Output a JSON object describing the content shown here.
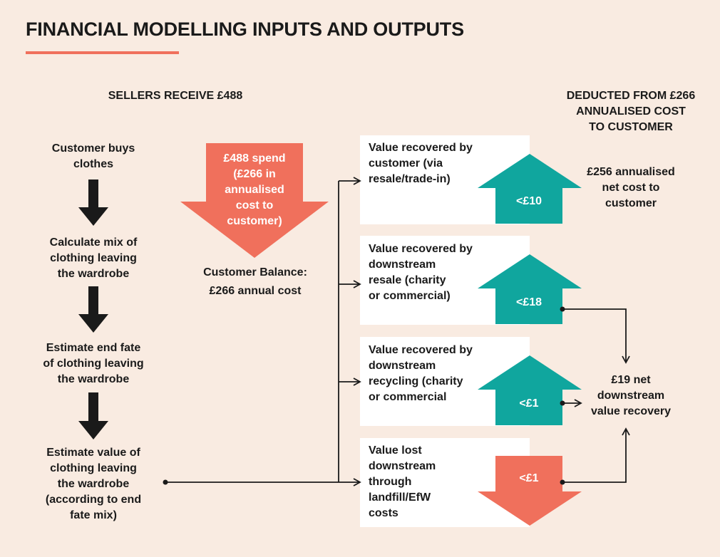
{
  "title": "FINANCIAL MODELLING INPUTS AND OUTPUTS",
  "headers": {
    "sellers": "SELLERS RECEIVE £488",
    "deducted": [
      "DEDUCTED FROM £266",
      "ANNUALISED COST",
      "TO CUSTOMER"
    ]
  },
  "steps": [
    [
      "Customer buys",
      "clothes"
    ],
    [
      "Calculate mix of",
      "clothing leaving",
      "the wardrobe"
    ],
    [
      "Estimate end fate",
      "of clothing leaving",
      "the wardrobe"
    ],
    [
      "Estimate value of",
      "clothing leaving",
      "the wardrobe",
      "(according to end",
      "fate mix)"
    ]
  ],
  "spend_arrow": [
    "£488 spend",
    "(£266 in",
    "annualised",
    "cost to",
    "customer)"
  ],
  "customer_balance": [
    "Customer Balance:",
    "£266 annual cost"
  ],
  "value_boxes": [
    {
      "lines": [
        "Value recovered by",
        "customer (via",
        "resale/trade-in)"
      ],
      "value": "<£10",
      "direction": "up"
    },
    {
      "lines": [
        "Value recovered by",
        "downstream",
        "resale (charity",
        "or commercial)"
      ],
      "value": "<£18",
      "direction": "up"
    },
    {
      "lines": [
        "Value recovered by",
        "downstream",
        "recycling (charity",
        "or commercial"
      ],
      "value": "<£1",
      "direction": "up"
    },
    {
      "lines": [
        "Value lost",
        "downstream",
        "through",
        "landfill/EfW",
        "costs"
      ],
      "value": "<£1",
      "direction": "down"
    }
  ],
  "net_cost": [
    "£256 annualised",
    "net cost to",
    "customer"
  ],
  "net_recovery": [
    "£19 net",
    "downstream",
    "value recovery"
  ],
  "colors": {
    "background": "#f9ebe1",
    "coral": "#f0705c",
    "teal": "#10a69e",
    "black": "#1a1a1a",
    "white": "#ffffff"
  }
}
